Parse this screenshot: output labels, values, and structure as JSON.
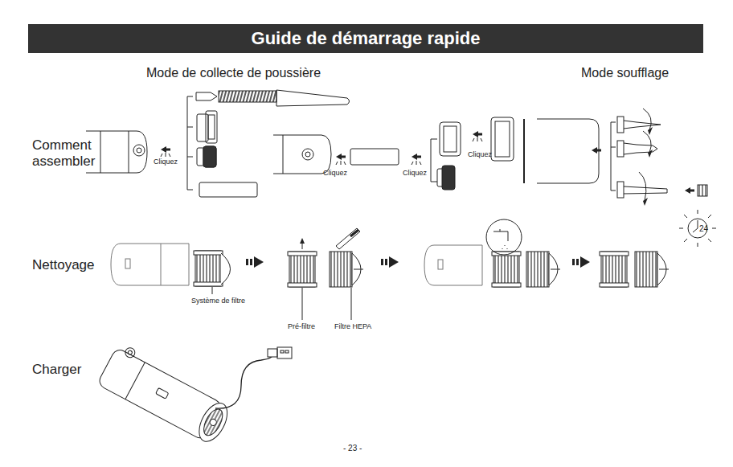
{
  "diagram": {
    "title": "Guide de démarrage rapide",
    "labels": [
      "Mode de collecte de poussière",
      "Mode soufflage",
      "Comment assembler",
      "Cliquez",
      "Cliquez",
      "Cliquez",
      "Cliquez",
      "Nettoyage",
      "Système de filtre",
      "Pré-filtre",
      "Filtre HEPA",
      "24",
      "Charger",
      "- 23 -"
    ]
  }
}
